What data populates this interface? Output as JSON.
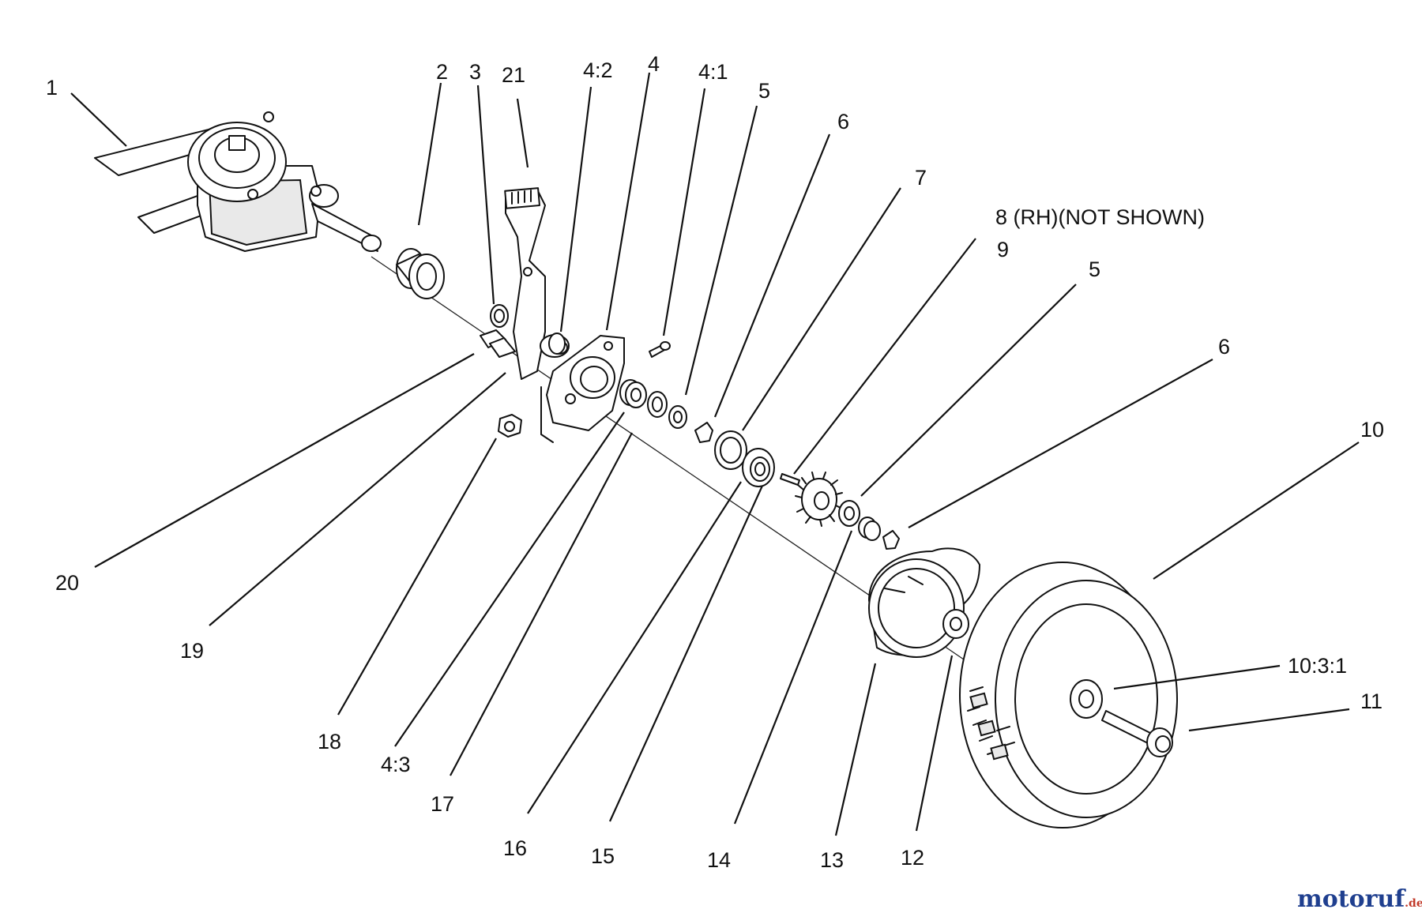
{
  "diagram": {
    "callouts": {
      "p1": "1",
      "p2": "2",
      "p3": "3",
      "p21": "21",
      "p4_2": "4:2",
      "p4": "4",
      "p4_1": "4:1",
      "p5a": "5",
      "p6a": "6",
      "p7": "7",
      "p8": "8 (RH)(NOT SHOWN)",
      "p9": "9",
      "p5b": "5",
      "p6b": "6",
      "p10": "10",
      "p10_3_1": "10:3:1",
      "p11": "11",
      "p20": "20",
      "p19": "19",
      "p18": "18",
      "p4_3": "4:3",
      "p17": "17",
      "p16": "16",
      "p15": "15",
      "p14": "14",
      "p13": "13",
      "p12": "12"
    }
  },
  "watermark": {
    "brand": "motoruf",
    "suffix": ".de"
  },
  "colors": {
    "ink": "#111111",
    "watermark_main": "#1f3f8f",
    "watermark_dot": "#c23a2a"
  }
}
